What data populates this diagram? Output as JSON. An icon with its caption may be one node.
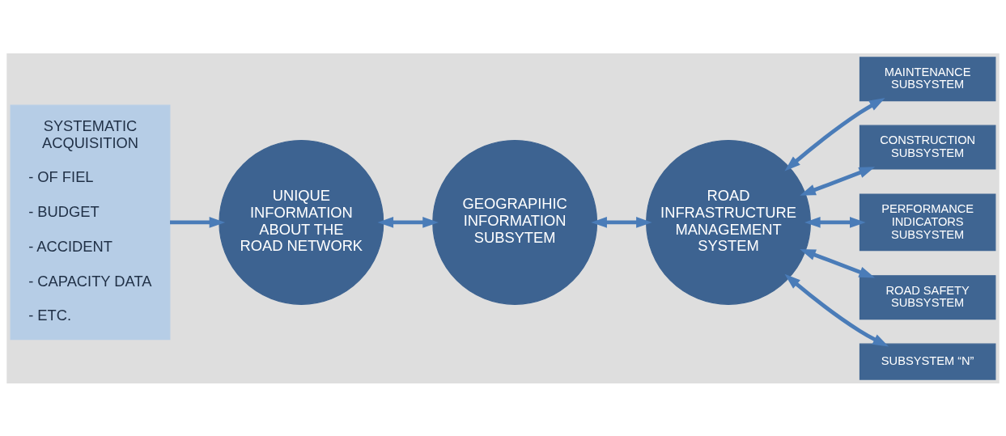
{
  "diagram": {
    "nodes": [
      {
        "text": [
          "SYSTEMATIC ACQUISITION",
          "- OF FIEL",
          "- BUDGET",
          "- ACCIDENT",
          "- CAPACITY DATA",
          "- ETC."
        ]
      },
      {
        "text": [
          "UNIQUE INFORMATION ABOUT THE ROAD NETWORK"
        ]
      },
      {
        "text": [
          "GEOGRAPIHIC INFORMATION SUBSYTEM"
        ]
      },
      {
        "text": [
          "ROAD INFRASTRUCTURE MANAGEMENT SYSTEM"
        ]
      },
      {
        "text": [
          "MAINTENANCE SUBSYSTEM"
        ]
      },
      {
        "text": [
          "CONSTRUCTION SUBSYSTEM"
        ]
      },
      {
        "text": [
          "PERFORMANCE INDICATORS SUBSYSTEM"
        ]
      },
      {
        "text": [
          "ROAD SAFETY SUBSYSTEM"
        ]
      },
      {
        "text": [
          "SUBSYSTEM “N”"
        ]
      }
    ],
    "edges": [
      {
        "from": 0,
        "to": 1,
        "arrow": "to"
      },
      {
        "from": 1,
        "to": 2,
        "arrow": "both"
      },
      {
        "from": 2,
        "to": 3,
        "arrow": "both"
      },
      {
        "from": 3,
        "to": 4,
        "arrow": "both"
      },
      {
        "from": 3,
        "to": 5,
        "arrow": "both"
      },
      {
        "from": 3,
        "to": 6,
        "arrow": "both"
      },
      {
        "from": 3,
        "to": 7,
        "arrow": "both"
      },
      {
        "from": 3,
        "to": 8,
        "arrow": "both"
      }
    ]
  }
}
